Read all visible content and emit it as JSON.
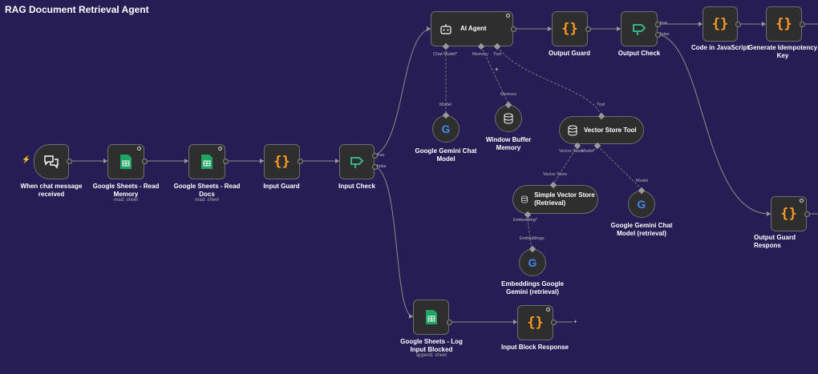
{
  "workflow": {
    "title": "RAG Document Retrieval Agent"
  },
  "nodes": {
    "chat_trigger": {
      "label": "When chat message received"
    },
    "sheets_read_memory": {
      "label": "Google Sheets - Read Memory",
      "sub": "read: sheet"
    },
    "sheets_read_docs": {
      "label": "Google Sheets - Read Docs",
      "sub": "read: sheet"
    },
    "input_guard": {
      "label": "Input Guard"
    },
    "input_check": {
      "label": "Input Check",
      "true_label": "true",
      "false_label": "false"
    },
    "ai_agent": {
      "label": "AI Agent",
      "port_chat_model": "Chat Model*",
      "port_memory": "Memory",
      "port_tool": "Tool"
    },
    "output_guard": {
      "label": "Output Guard"
    },
    "output_check": {
      "label": "Output Check",
      "true_label": "true",
      "false_label": "false"
    },
    "code_js": {
      "label": "Code in JavaScript"
    },
    "idempotency_key": {
      "label": "Generate Idempotency Key"
    },
    "output_guard_response": {
      "label": "Output Guard Respons"
    },
    "gemini_chat_model": {
      "label": "Google Gemini Chat Model",
      "edge_label": "Model"
    },
    "window_buffer_memory": {
      "label": "Window Buffer Memory",
      "edge_label": "Memory"
    },
    "vector_store_tool": {
      "label": "Vector Store Tool",
      "edge_label": "Tool",
      "port_vector_store": "Vector Store",
      "port_model": "Model*"
    },
    "simple_vector_store": {
      "label": "Simple Vector Store (Retrieval)",
      "edge_label": "Vector Store",
      "port_embedding": "Embedding*"
    },
    "gemini_chat_model_retrieval": {
      "label": "Google Gemini Chat Model (retrieval)",
      "edge_label": "Model"
    },
    "embeddings_gemini": {
      "label": "Embeddings Google Gemini (retrieval)",
      "edge_label": "Embeddings"
    },
    "sheets_log_blocked": {
      "label": "Google Sheets - Log Input Blocked",
      "sub": "append: sheet"
    },
    "input_block_response": {
      "label": "Input Block Response"
    }
  },
  "icons": {
    "code": "curly-braces-icon",
    "sheets": "google-sheets-icon",
    "if": "if-branch-icon",
    "gemini": "google-g-icon",
    "database": "database-icon",
    "robot": "robot-icon",
    "chat": "chat-bubbles-icon"
  },
  "colors": {
    "canvas": "#251d54",
    "node": "#2e2e2e",
    "code_accent": "#ff9b22",
    "sheets_green": "#1fa463",
    "if_green": "#35c58b",
    "trigger_red": "#ff5b6b"
  }
}
